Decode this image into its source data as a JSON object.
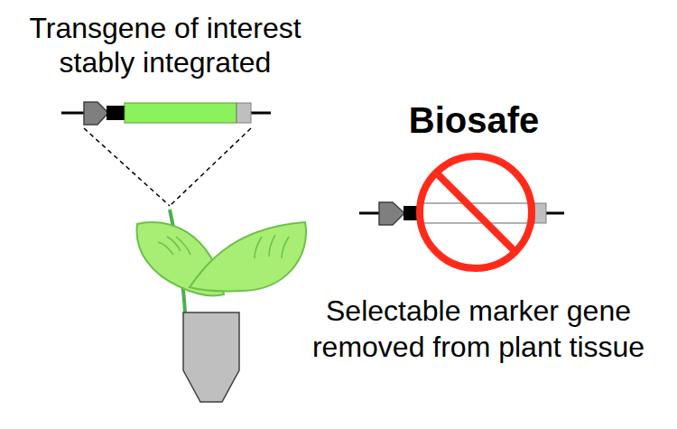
{
  "diagram": {
    "labels": [
      "Transgene of interest stably integrated",
      "Biosafe",
      "Selectable marker gene removed from plant tissue"
    ]
  }
}
